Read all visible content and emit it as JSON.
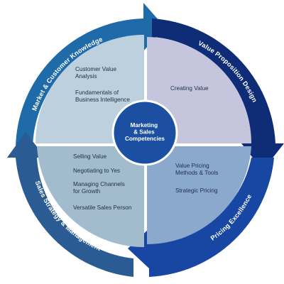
{
  "ring": {
    "top_left": "Market & Customer Knowledge",
    "top_right": "Value Proposition Design",
    "bottom_right": "Pricing Excellence",
    "bottom_left": "Sales Strategy & Management"
  },
  "center": {
    "line1": "Marketing",
    "line2": "& Sales",
    "line3": "Competencies"
  },
  "quadrants": {
    "top_left": {
      "items": [
        [
          "Customer Value",
          "Analysis"
        ],
        [
          "Fundamentals of",
          "Business Intelligence"
        ]
      ]
    },
    "top_right": {
      "items": [
        [
          "Creating Value"
        ]
      ]
    },
    "bottom_right": {
      "items": [
        [
          "Value Pricing",
          "Methods & Tools"
        ],
        [
          "Strategic Pricing"
        ]
      ]
    },
    "bottom_left": {
      "items": [
        [
          "Selling Value"
        ],
        [
          "Negotiating to Yes"
        ],
        [
          "Managing Channels",
          "for Growth"
        ],
        [
          "Versatile Sales Person"
        ]
      ]
    }
  },
  "colors": {
    "ring_top_left": "#1f6aa8",
    "ring_top_right": "#0e2d76",
    "ring_bottom_right": "#1747a3",
    "ring_bottom_left": "#2a5c93",
    "quad_top_left": "#bcd0de",
    "quad_top_right": "#c5c6de",
    "quad_bottom_right": "#8ba9cc",
    "quad_bottom_left": "#a2bccd",
    "center": "#1b4fa2"
  }
}
